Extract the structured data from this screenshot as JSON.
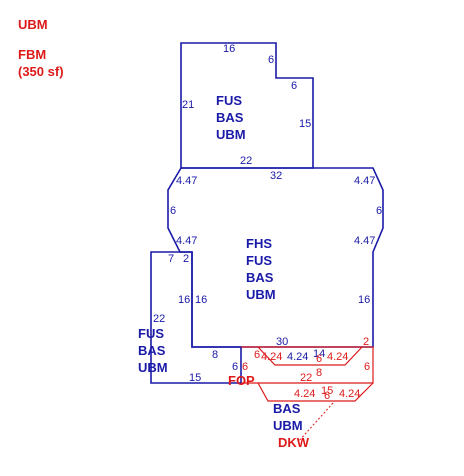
{
  "legend": {
    "line1": "UBM",
    "line2": "FBM",
    "line3": "(350 sf)"
  },
  "areas": {
    "top": [
      "FUS",
      "BAS",
      "UBM"
    ],
    "main": [
      "FHS",
      "FUS",
      "BAS",
      "UBM"
    ],
    "left": [
      "FUS",
      "BAS",
      "UBM"
    ],
    "bottom": [
      "BAS",
      "UBM"
    ],
    "fop": "FOP",
    "dkw": "DKW"
  },
  "dims": {
    "t16": "16",
    "t6a": "6",
    "t6b": "6",
    "t21": "21",
    "t15": "15",
    "t22": "22",
    "m32": "32",
    "m447a": "4.47",
    "m447b": "4.47",
    "m6a": "6",
    "m6b": "6",
    "m447c": "4.47",
    "m447d": "4.47",
    "m7": "7",
    "m2a": "2",
    "m16a": "16",
    "m16b": "16",
    "m16c": "16",
    "m30": "30",
    "m2b": "2",
    "l22": "22",
    "l8": "8",
    "l6": "6",
    "l15": "15",
    "r6a": "6",
    "r6b": "6",
    "r424a": "4.24",
    "r424b": "4.24",
    "r14": "14",
    "r6c": "6",
    "r424c": "4.24",
    "r6d": "6",
    "r22": "22",
    "r8": "8",
    "r424d": "4.24",
    "r15": "15",
    "r6e": "6",
    "r424e": "4.24"
  }
}
